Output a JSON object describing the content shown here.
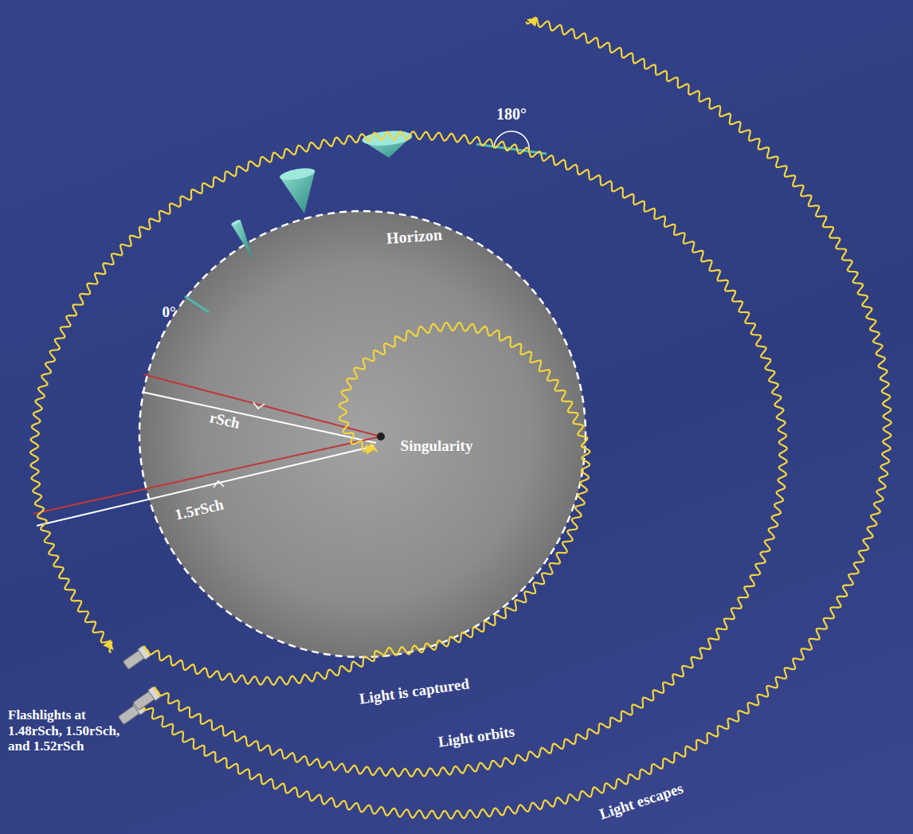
{
  "diagram": {
    "labels": [
      "180°",
      "Horizon",
      "0°",
      "rSch",
      "Singularity",
      "1.5rSch",
      "Flashlights at 1.48rSch, 1.50rSch, and 1.52rSch",
      "Light is captured",
      "Light orbits",
      "Light escapes"
    ]
  }
}
